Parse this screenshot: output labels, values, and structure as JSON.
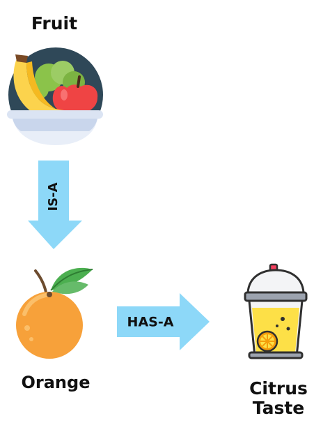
{
  "nodes": {
    "fruit": {
      "label": "Fruit",
      "icon": "fruit-bowl-icon"
    },
    "orange": {
      "label": "Orange",
      "icon": "orange-icon"
    },
    "citrus": {
      "label": "Citrus\nTaste",
      "icon": "lemonade-cup-icon"
    }
  },
  "edges": [
    {
      "from": "fruit",
      "to": "orange",
      "label": "IS-A",
      "direction": "down"
    },
    {
      "from": "orange",
      "to": "citrus",
      "label": "HAS-A",
      "direction": "right"
    }
  ],
  "colors": {
    "arrow": "#8dd8f8",
    "orange": "#f7a13a",
    "banana": "#fcd34d",
    "apple": "#ef4444",
    "lettuce": "#8bc34a",
    "bowl_bg": "#2f4858",
    "lemonade": "#fde047"
  }
}
